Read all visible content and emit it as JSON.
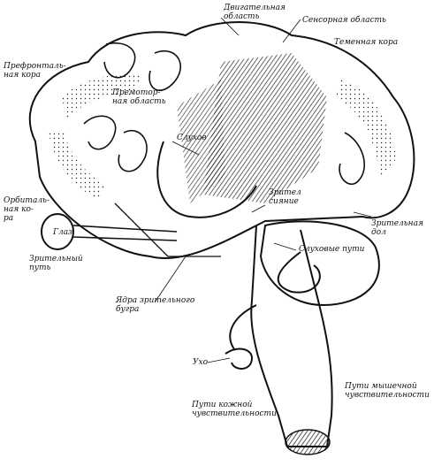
{
  "labels": {
    "motor_area": "Двигательная\nобласть",
    "sensory_area": "Сенсорная область",
    "parietal_cortex": "Теменная кора",
    "prefrontal_cortex": "Префронталь-\nная кора",
    "premotor_area": "Премотор-\nная область",
    "auditory": "Слухов",
    "visual_radiation": "Зрител\nсияние",
    "orbital_cortex": "Орбиталь-\nная ко-\nра",
    "eye": "Глаз",
    "optic_path": "Зрительный\nпуть",
    "visual_lobe": "Зрительная\nдол",
    "auditory_paths": "Слуховые пути",
    "thalamus_nuclei": "Ядра зрительного\nбугра",
    "ear": "Ухо",
    "muscle_paths": "Пути мышечной\nчувствительности",
    "skin_paths": "Пути кожной\nчувствительности"
  },
  "colors": {
    "ink": "#111111",
    "paper": "#ffffff"
  }
}
